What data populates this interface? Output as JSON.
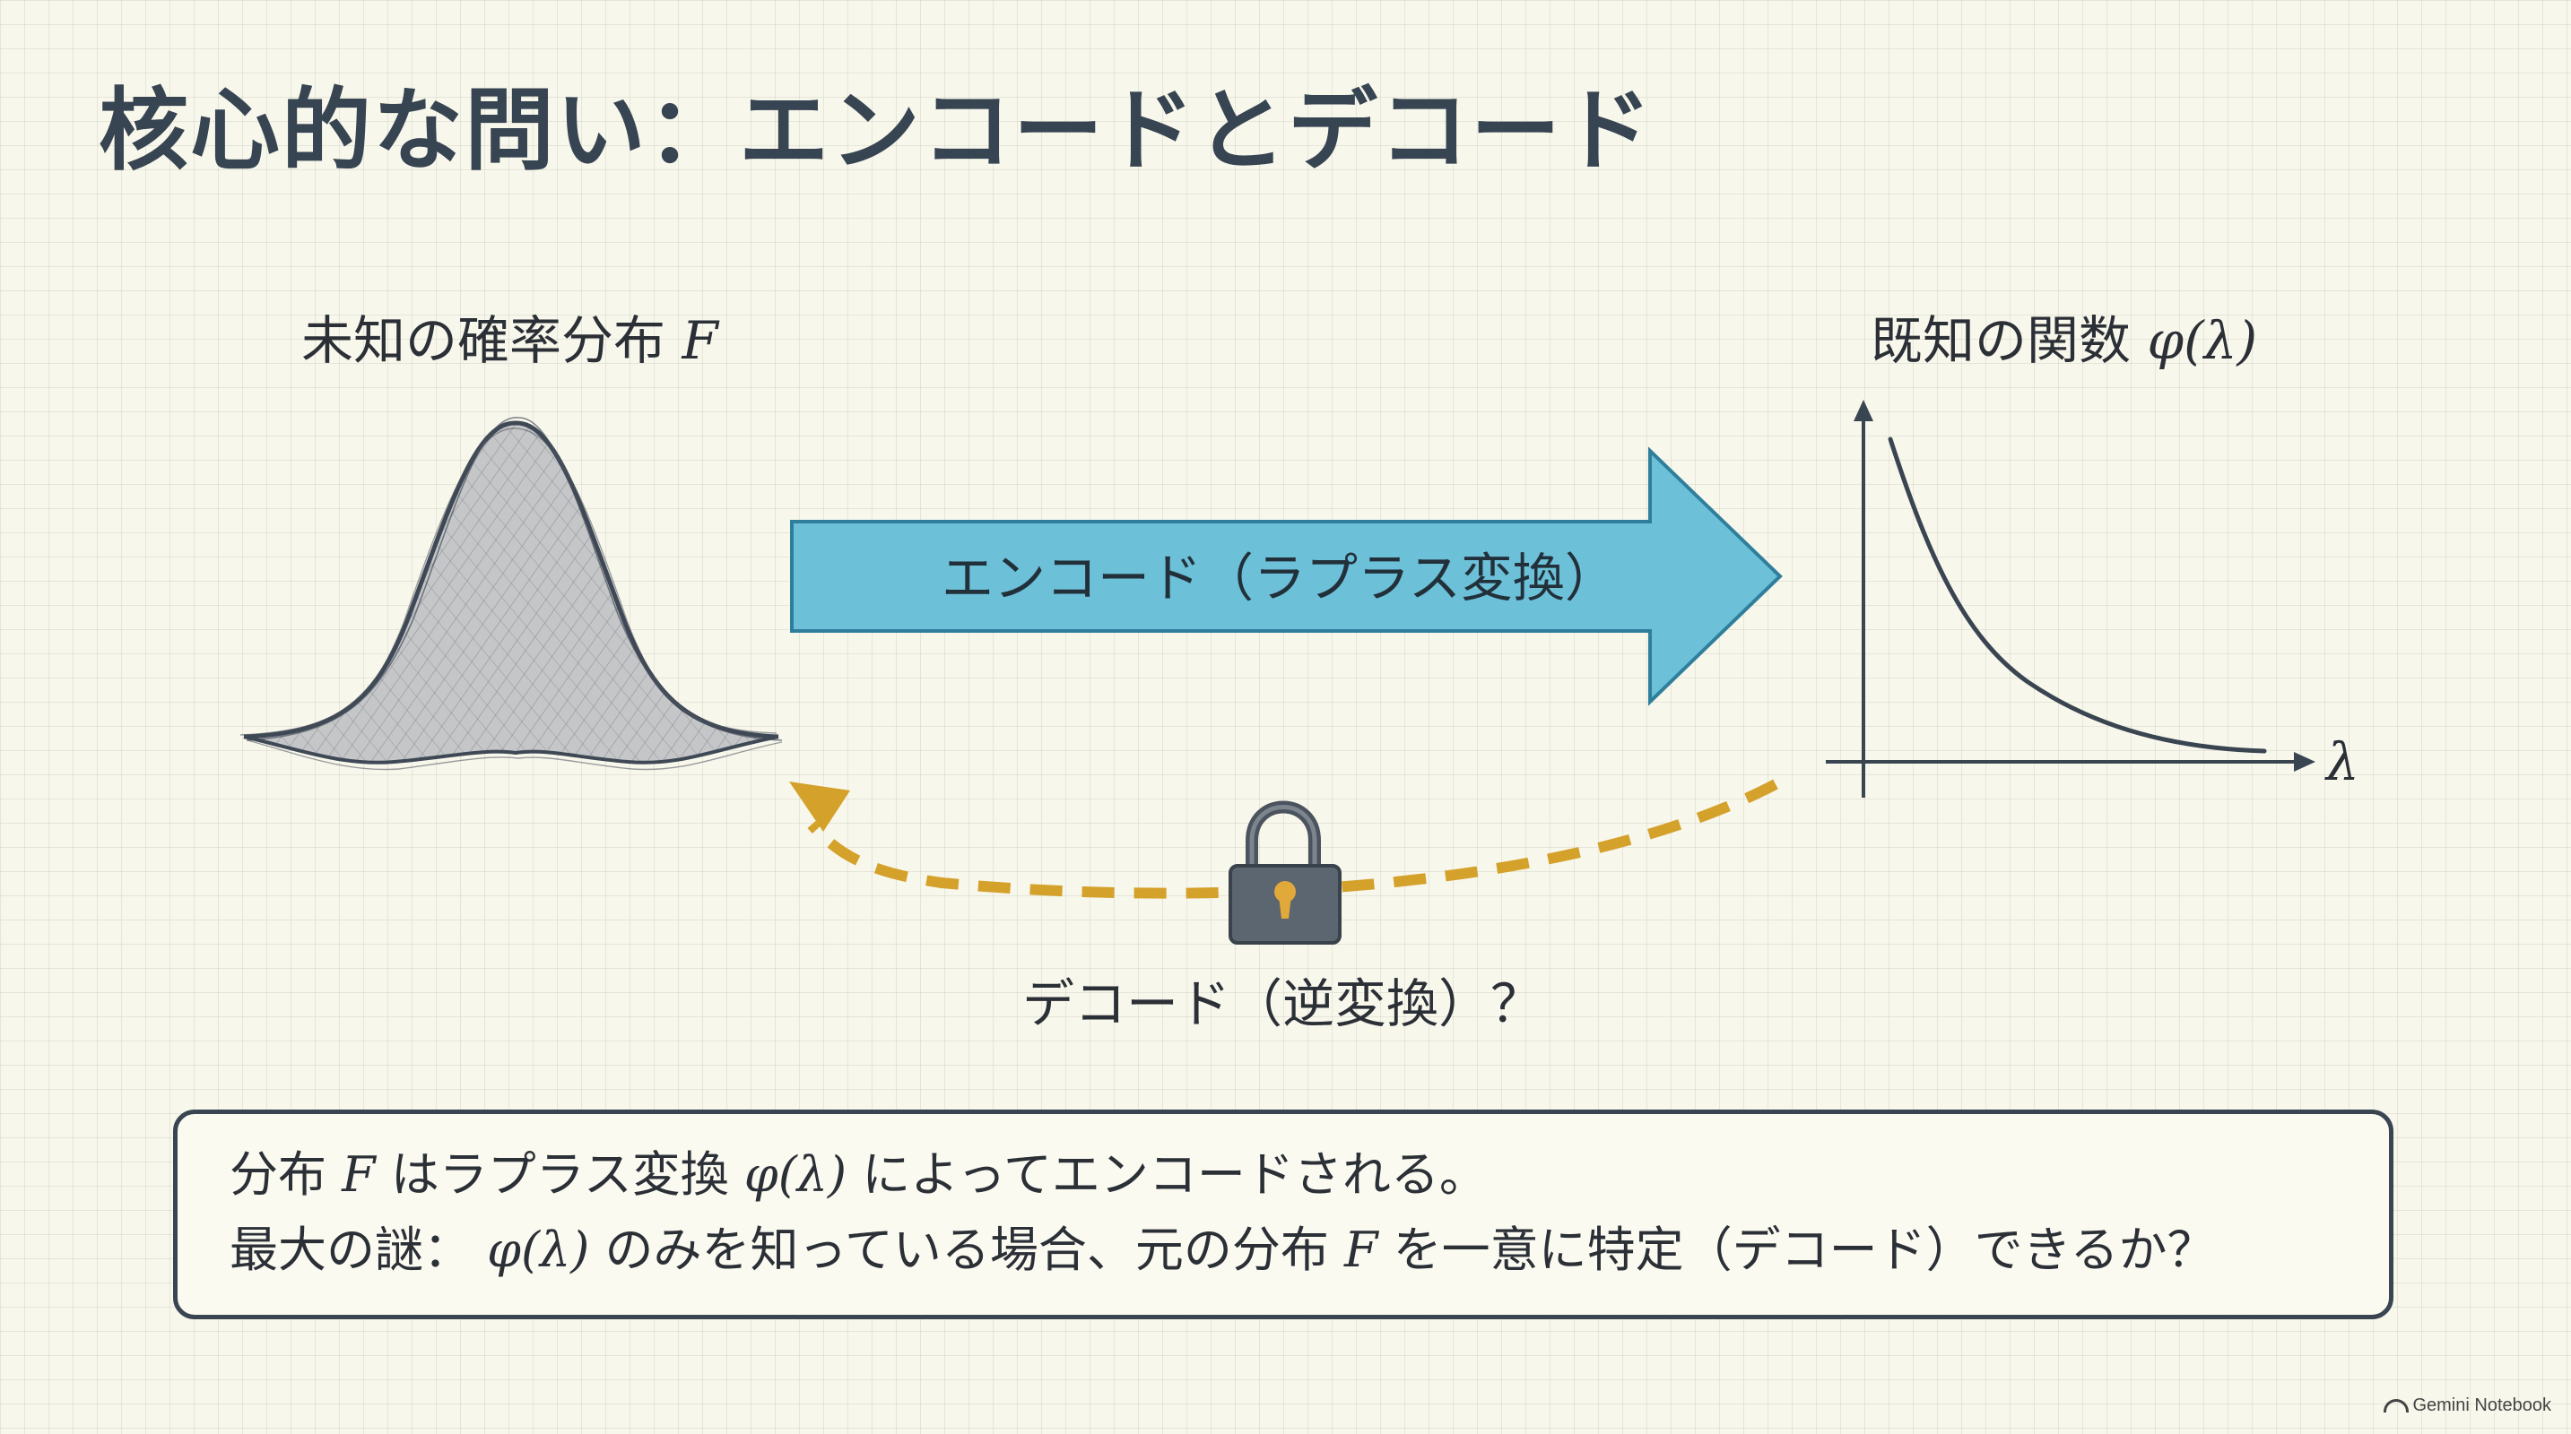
{
  "title": "核心的な問い：エンコードとデコード",
  "left_label": {
    "text": "未知の確率分布",
    "symbol": "F"
  },
  "right_label": {
    "text": "既知の関数",
    "symbol": "φ(λ)"
  },
  "encode_label": "エンコード（ラプラス変換）",
  "decode_label": "デコード（逆変換）？",
  "axis_label": "λ",
  "summary": {
    "line1": {
      "a": "分布",
      "b": "F",
      "c": "はラプラス変換",
      "d": "φ(λ)",
      "e": "によってエンコードされる。"
    },
    "line2": {
      "a": "最大の謎：",
      "b": "φ(λ)",
      "c": "のみを知っている場合、元の分布",
      "d": "F",
      "e": "を一意に特定（デコード）できるか？"
    }
  },
  "watermark": "Gemini Notebook",
  "colors": {
    "encode_arrow": "#6cc0d8",
    "decode_arrow": "#d4a12a",
    "lock_body": "#5c6670",
    "keyhole": "#e0a93a",
    "ink": "#374451"
  },
  "icons": [
    "padlock-icon"
  ]
}
